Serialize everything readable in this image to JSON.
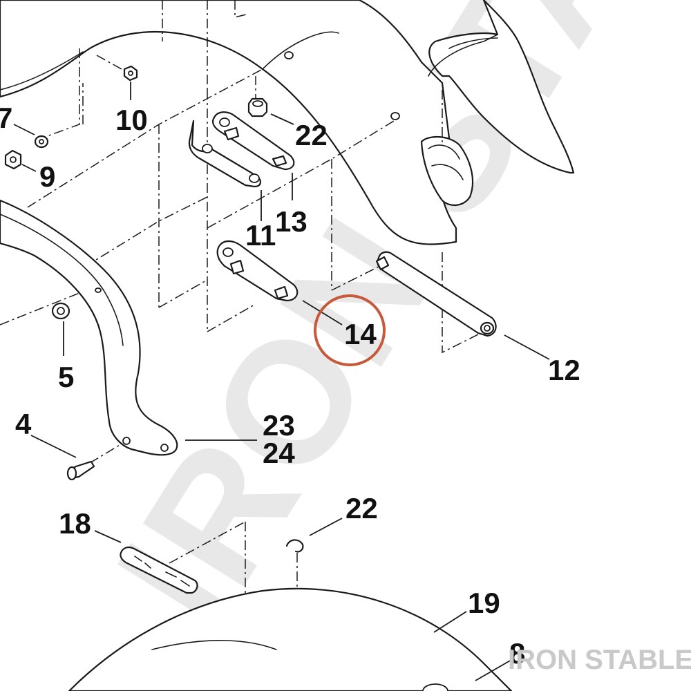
{
  "diagram": {
    "callouts": {
      "c7": "7",
      "c10": "10",
      "c22a": "22",
      "c9": "9",
      "c13": "13",
      "c11": "11",
      "c14": "14",
      "c5": "5",
      "c12": "12",
      "c4": "4",
      "c23": "23",
      "c24": "24",
      "c18": "18",
      "c22b": "22",
      "c19": "19",
      "c8": "8"
    },
    "highlighted_callout": "14",
    "brand": "IRON STABLE",
    "watermark": "IRON STABLE",
    "colors": {
      "highlight_ring": "#c8583a",
      "line": "#1a1a1a",
      "watermark": "#e8e8e8",
      "brand": "#c9c9c9"
    }
  }
}
